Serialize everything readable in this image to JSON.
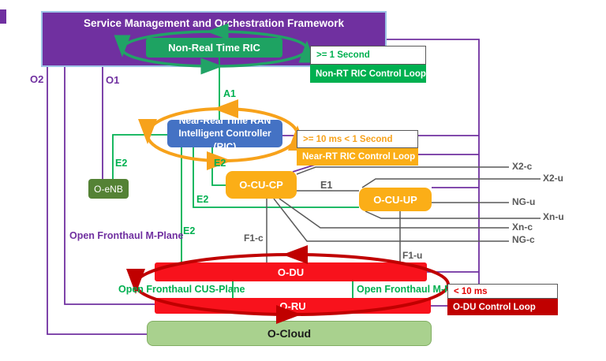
{
  "title": "Service Management and Orchestration Framework",
  "boxes": {
    "non_rt_ric": "Non-Real Time RIC",
    "near_rt_ric_l1": "Near-Real Time RAN",
    "near_rt_ric_l2": "Intelligent Controller (RIC)",
    "o_enb": "O-eNB",
    "o_cu_cp": "O-CU-CP",
    "o_cu_up": "O-CU-UP",
    "o_du": "O-DU",
    "o_ru": "O-RU",
    "o_cloud": "O-Cloud"
  },
  "legends": [
    {
      "timing": ">= 1 Second",
      "label": "Non-RT RIC Control Loop"
    },
    {
      "timing": ">= 10 ms < 1 Second",
      "label": "Near-RT RIC Control Loop"
    },
    {
      "timing": "< 10 ms",
      "label": "O-DU Control Loop"
    }
  ],
  "interfaces": {
    "o1": "O1",
    "o2": "O2",
    "a1": "A1",
    "e2": "E2",
    "e1": "E1",
    "f1_c": "F1-c",
    "f1_u": "F1-u",
    "x2_c": "X2-c",
    "x2_u": "X2-u",
    "ng_u": "NG-u",
    "xn_u": "Xn-u",
    "xn_c": "Xn-c",
    "ng_c": "NG-c"
  },
  "planes": {
    "smo_m_plane": "Open Fronthaul M-Plane",
    "cus_plane": "Open Fronthaul CUS-Plane",
    "fh_m_plane": "Open Fronthaul M-Plane"
  },
  "colors": {
    "purple": "#7030A0",
    "green": "#00B050",
    "ellipse_green": "#21A366",
    "blue": "#4472C4",
    "orange": "#FBAE17",
    "red": "#F8121C",
    "dark_red": "#C00000",
    "dark_green": "#548235",
    "light_green": "#A9D18E",
    "gray": "#595959"
  }
}
